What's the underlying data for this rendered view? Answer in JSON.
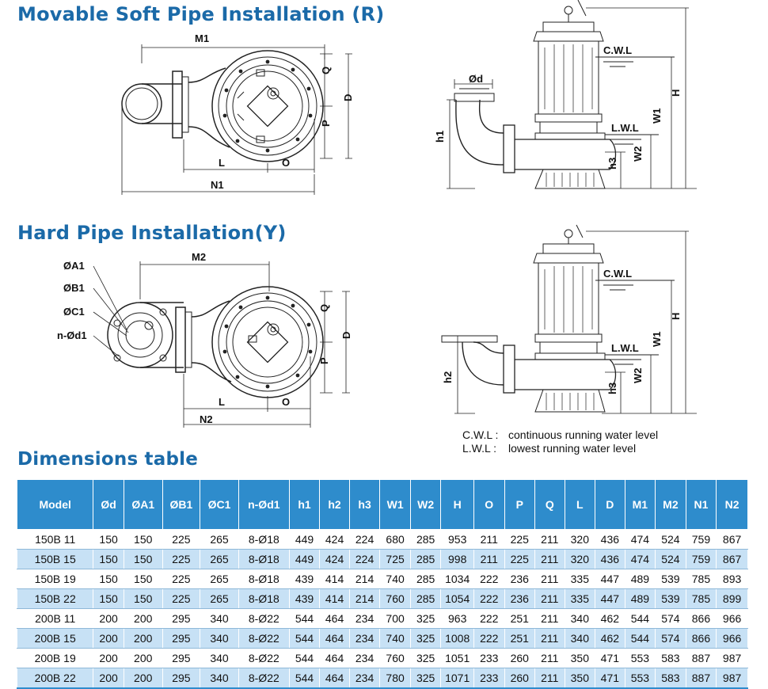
{
  "headings": {
    "soft": "Movable Soft Pipe Installation (R)",
    "hard": "Hard Pipe Installation(Y)",
    "table": "Dimensions table"
  },
  "labels": {
    "M1": "M1",
    "M2": "M2",
    "N1": "N1",
    "N2": "N2",
    "L": "L",
    "O": "O",
    "Q": "Q",
    "P": "P",
    "D": "D",
    "d": "Ød",
    "A1": "ØA1",
    "B1": "ØB1",
    "C1": "ØC1",
    "nd1": "n-Ød1",
    "CWL": "C.W.L",
    "LWL": "L.W.L",
    "H": "H",
    "W1": "W1",
    "W2": "W2",
    "h1": "h1",
    "h2": "h2",
    "h3": "h3"
  },
  "legend": [
    {
      "key": "C.W.L :",
      "text": "continuous running water level"
    },
    {
      "key": "L.W.L :",
      "text": "lowest running water level"
    }
  ],
  "table": {
    "headers": [
      "Model",
      "Ød",
      "ØA1",
      "ØB1",
      "ØC1",
      "n-Ød1",
      "h1",
      "h2",
      "h3",
      "W1",
      "W2",
      "H",
      "O",
      "P",
      "Q",
      "L",
      "D",
      "M1",
      "M2",
      "N1",
      "N2"
    ],
    "rows": [
      [
        "150B  11",
        "150",
        "150",
        "225",
        "265",
        "8-Ø18",
        "449",
        "424",
        "224",
        "680",
        "285",
        "953",
        "211",
        "225",
        "211",
        "320",
        "436",
        "474",
        "524",
        "759",
        "867"
      ],
      [
        "150B  15",
        "150",
        "150",
        "225",
        "265",
        "8-Ø18",
        "449",
        "424",
        "224",
        "725",
        "285",
        "998",
        "211",
        "225",
        "211",
        "320",
        "436",
        "474",
        "524",
        "759",
        "867"
      ],
      [
        "150B  19",
        "150",
        "150",
        "225",
        "265",
        "8-Ø18",
        "439",
        "414",
        "214",
        "740",
        "285",
        "1034",
        "222",
        "236",
        "211",
        "335",
        "447",
        "489",
        "539",
        "785",
        "893"
      ],
      [
        "150B  22",
        "150",
        "150",
        "225",
        "265",
        "8-Ø18",
        "439",
        "414",
        "214",
        "760",
        "285",
        "1054",
        "222",
        "236",
        "211",
        "335",
        "447",
        "489",
        "539",
        "785",
        "899"
      ],
      [
        "200B  11",
        "200",
        "200",
        "295",
        "340",
        "8-Ø22",
        "544",
        "464",
        "234",
        "700",
        "325",
        "963",
        "222",
        "251",
        "211",
        "340",
        "462",
        "544",
        "574",
        "866",
        "966"
      ],
      [
        "200B  15",
        "200",
        "200",
        "295",
        "340",
        "8-Ø22",
        "544",
        "464",
        "234",
        "740",
        "325",
        "1008",
        "222",
        "251",
        "211",
        "340",
        "462",
        "544",
        "574",
        "866",
        "966"
      ],
      [
        "200B  19",
        "200",
        "200",
        "295",
        "340",
        "8-Ø22",
        "544",
        "464",
        "234",
        "760",
        "325",
        "1051",
        "233",
        "260",
        "211",
        "350",
        "471",
        "553",
        "583",
        "887",
        "987"
      ],
      [
        "200B  22",
        "200",
        "200",
        "295",
        "340",
        "8-Ø22",
        "544",
        "464",
        "234",
        "780",
        "325",
        "1071",
        "233",
        "260",
        "211",
        "350",
        "471",
        "553",
        "583",
        "887",
        "987"
      ]
    ]
  }
}
